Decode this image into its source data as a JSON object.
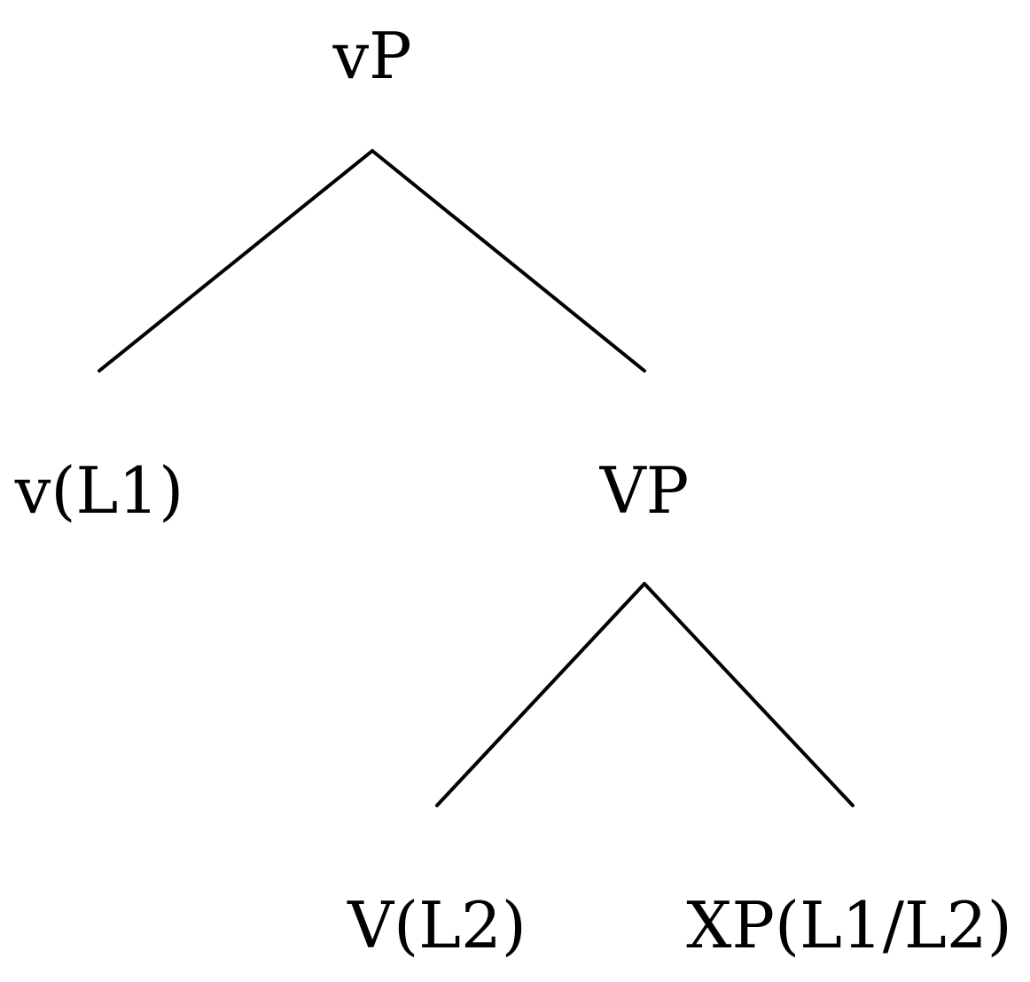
{
  "tree": {
    "root": {
      "label": "vP"
    },
    "left_child": {
      "label": "v(L1)"
    },
    "right_child": {
      "label": "VP"
    },
    "lower_left": {
      "label": "V(L2)"
    },
    "lower_right": {
      "label": "XP(L1/L2)"
    }
  },
  "colors": {
    "ink": "#000000",
    "background": "#ffffff"
  }
}
